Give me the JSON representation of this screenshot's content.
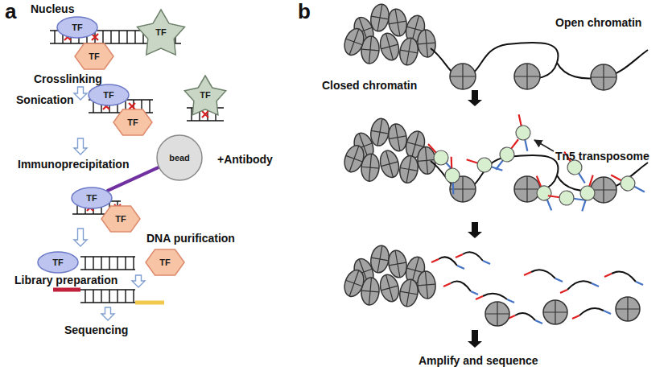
{
  "diagram": {
    "nodes": [
      {
        "text": [
          "TF"
        ]
      },
      {
        "text": [
          "TF"
        ]
      },
      {
        "text": [
          "TF"
        ]
      },
      {
        "text": [
          "TF"
        ]
      },
      {
        "text": [
          "TF"
        ]
      },
      {
        "text": [
          "TF"
        ]
      },
      {
        "text": [
          "bead"
        ]
      },
      {
        "text": [
          "TF"
        ]
      },
      {
        "text": [
          "TF"
        ]
      },
      {
        "text": [
          "TF"
        ]
      },
      {
        "text": [
          "TF"
        ]
      }
    ],
    "edges": [
      {
        "from": 6,
        "to": 7,
        "arrow": "none"
      }
    ],
    "labels": [
      "a",
      "Nucleus",
      "Crosslinking",
      "Sonication",
      "Immunoprecipitation",
      "+Antibody",
      "DNA purification",
      "Library preparation",
      "Sequencing",
      "b",
      "Open chromatin",
      "Closed chromatin",
      "Tn5 transposome",
      "Amplify and sequence"
    ]
  }
}
